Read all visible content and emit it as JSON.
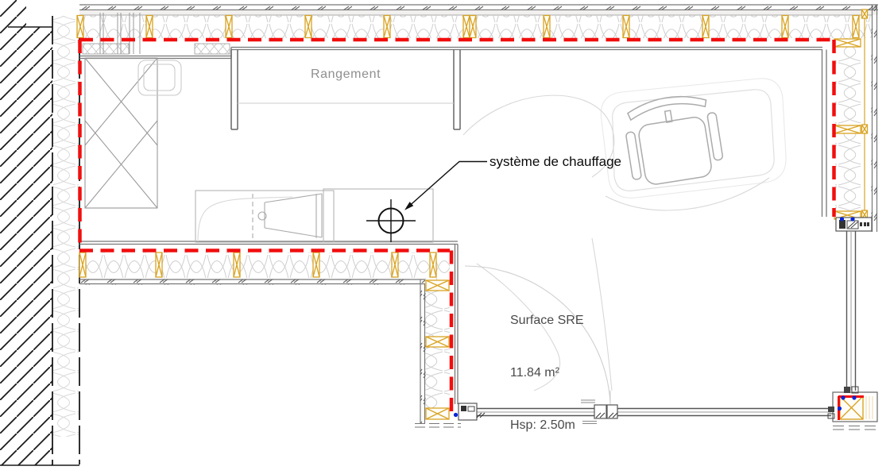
{
  "drawing": {
    "type": "architectural-floor-plan",
    "labels": {
      "storage_room": "Rangement",
      "heating_system": "système de chauffage",
      "surface": {
        "title": "Surface SRE",
        "area": "11.84 m²",
        "ceiling_height": "Hsp: 2.50m"
      }
    },
    "symbols": {
      "heating_symbol": "circle-crosshair",
      "door_swing": "quarter-arc",
      "insulation_hatch": "batt-loop",
      "existing_wall_hatch": "diagonal-45",
      "timber_stud": "rect-with-x-brace",
      "fixing_point": "blue-dot"
    },
    "colors": {
      "thermal_envelope_red": "#F10E0E",
      "timber_stud_yellow": "#D8A324",
      "fixing_point_blue": "#0626D8",
      "wall_line_gray": "#777777",
      "insulation_gray": "#CFCFCF",
      "furniture_gray": "#ABABAB",
      "faint_outline_gray": "#DCDCDC",
      "hatch_black": "#1A1A1A"
    }
  }
}
